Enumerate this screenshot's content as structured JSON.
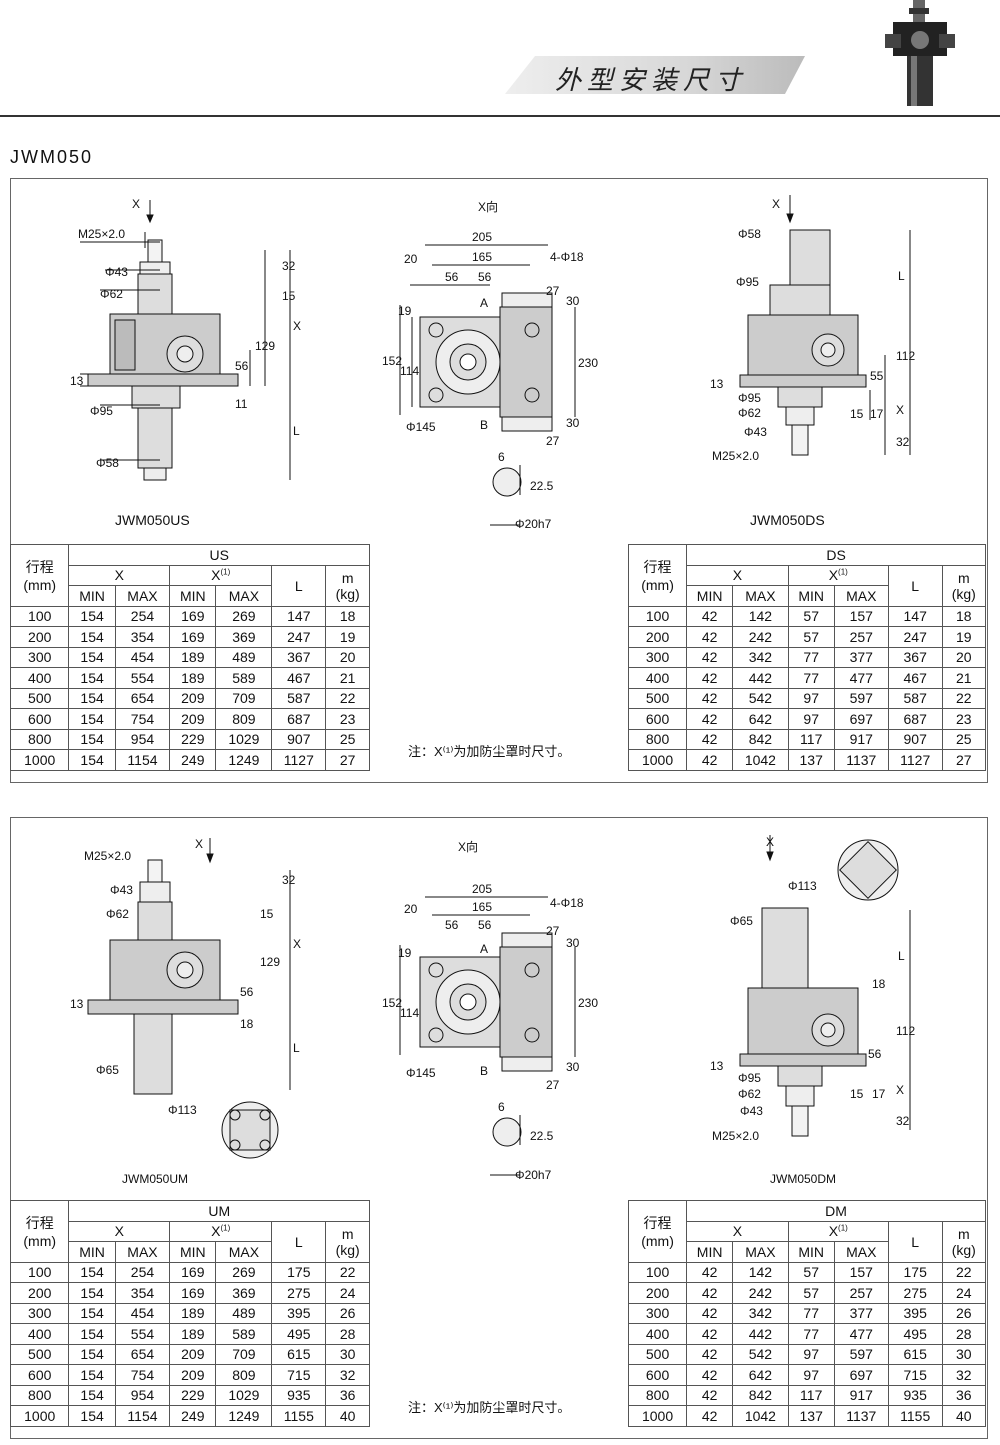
{
  "header": {
    "title": "外型安装尺寸",
    "model": "JWM050"
  },
  "panels": [
    {
      "x_label": "X向",
      "left_label": "JWM050US",
      "right_label": "JWM050DS",
      "note": "注：X⁽¹⁾为加防尘罩时尺寸。",
      "dims_left": [
        "X",
        "M25×2.0",
        "Φ43",
        "Φ62",
        "Φ95",
        "Φ58",
        "13",
        "32",
        "15",
        "129",
        "56",
        "11",
        "X",
        "L"
      ],
      "dims_mid": [
        "205",
        "165",
        "20",
        "56",
        "56",
        "4-Φ18",
        "A",
        "B",
        "19",
        "152",
        "114",
        "230",
        "30",
        "27",
        "30",
        "27",
        "Φ145",
        "6",
        "22.5",
        "Φ20h7"
      ],
      "dims_right": [
        "X",
        "Φ58",
        "Φ95",
        "Φ95",
        "Φ62",
        "Φ43",
        "M25×2.0",
        "13",
        "L",
        "112",
        "55",
        "15",
        "17",
        "X",
        "32"
      ]
    },
    {
      "x_label": "X向",
      "left_label": "JWM050UM",
      "right_label": "JWM050DM",
      "note": "注：X⁽¹⁾为加防尘罩时尺寸。",
      "dims_left": [
        "X",
        "M25×2.0",
        "Φ43",
        "Φ62",
        "Φ65",
        "Φ113",
        "13",
        "32",
        "15",
        "129",
        "56",
        "18",
        "X",
        "L"
      ],
      "dims_mid": [
        "205",
        "165",
        "20",
        "56",
        "56",
        "4-Φ18",
        "A",
        "B",
        "19",
        "152",
        "114",
        "230",
        "30",
        "27",
        "30",
        "27",
        "Φ145",
        "6",
        "22.5",
        "Φ20h7"
      ],
      "dims_right": [
        "X",
        "Φ113",
        "Φ65",
        "Φ95",
        "Φ62",
        "Φ43",
        "M25×2.0",
        "13",
        "L",
        "18",
        "112",
        "56",
        "15",
        "17",
        "X",
        "32"
      ]
    }
  ],
  "tables": [
    {
      "name": "US",
      "head_stroke": "行程",
      "head_unit": "(mm)",
      "head_x": "X",
      "head_x1": "X",
      "head_x1_sup": "(1)",
      "head_l": "L",
      "head_m": "m",
      "head_kg": "(kg)",
      "min": "MIN",
      "max": "MAX",
      "rows": [
        [
          "100",
          "154",
          "254",
          "169",
          "269",
          "147",
          "18"
        ],
        [
          "200",
          "154",
          "354",
          "169",
          "369",
          "247",
          "19"
        ],
        [
          "300",
          "154",
          "454",
          "189",
          "489",
          "367",
          "20"
        ],
        [
          "400",
          "154",
          "554",
          "189",
          "589",
          "467",
          "21"
        ],
        [
          "500",
          "154",
          "654",
          "209",
          "709",
          "587",
          "22"
        ],
        [
          "600",
          "154",
          "754",
          "209",
          "809",
          "687",
          "23"
        ],
        [
          "800",
          "154",
          "954",
          "229",
          "1029",
          "907",
          "25"
        ],
        [
          "1000",
          "154",
          "1154",
          "249",
          "1249",
          "1127",
          "27"
        ]
      ]
    },
    {
      "name": "DS",
      "head_stroke": "行程",
      "head_unit": "(mm)",
      "head_x": "X",
      "head_x1": "X",
      "head_x1_sup": "(1)",
      "head_l": "L",
      "head_m": "m",
      "head_kg": "(kg)",
      "min": "MIN",
      "max": "MAX",
      "rows": [
        [
          "100",
          "42",
          "142",
          "57",
          "157",
          "147",
          "18"
        ],
        [
          "200",
          "42",
          "242",
          "57",
          "257",
          "247",
          "19"
        ],
        [
          "300",
          "42",
          "342",
          "77",
          "377",
          "367",
          "20"
        ],
        [
          "400",
          "42",
          "442",
          "77",
          "477",
          "467",
          "21"
        ],
        [
          "500",
          "42",
          "542",
          "97",
          "597",
          "587",
          "22"
        ],
        [
          "600",
          "42",
          "642",
          "97",
          "697",
          "687",
          "23"
        ],
        [
          "800",
          "42",
          "842",
          "117",
          "917",
          "907",
          "25"
        ],
        [
          "1000",
          "42",
          "1042",
          "137",
          "1137",
          "1127",
          "27"
        ]
      ]
    },
    {
      "name": "UM",
      "head_stroke": "行程",
      "head_unit": "(mm)",
      "head_x": "X",
      "head_x1": "X",
      "head_x1_sup": "(1)",
      "head_l": "L",
      "head_m": "m",
      "head_kg": "(kg)",
      "min": "MIN",
      "max": "MAX",
      "rows": [
        [
          "100",
          "154",
          "254",
          "169",
          "269",
          "175",
          "22"
        ],
        [
          "200",
          "154",
          "354",
          "169",
          "369",
          "275",
          "24"
        ],
        [
          "300",
          "154",
          "454",
          "189",
          "489",
          "395",
          "26"
        ],
        [
          "400",
          "154",
          "554",
          "189",
          "589",
          "495",
          "28"
        ],
        [
          "500",
          "154",
          "654",
          "209",
          "709",
          "615",
          "30"
        ],
        [
          "600",
          "154",
          "754",
          "209",
          "809",
          "715",
          "32"
        ],
        [
          "800",
          "154",
          "954",
          "229",
          "1029",
          "935",
          "36"
        ],
        [
          "1000",
          "154",
          "1154",
          "249",
          "1249",
          "1155",
          "40"
        ]
      ]
    },
    {
      "name": "DM",
      "head_stroke": "行程",
      "head_unit": "(mm)",
      "head_x": "X",
      "head_x1": "X",
      "head_x1_sup": "(1)",
      "head_l": "L",
      "head_m": "m",
      "head_kg": "(kg)",
      "min": "MIN",
      "max": "MAX",
      "rows": [
        [
          "100",
          "42",
          "142",
          "57",
          "157",
          "175",
          "22"
        ],
        [
          "200",
          "42",
          "242",
          "57",
          "257",
          "275",
          "24"
        ],
        [
          "300",
          "42",
          "342",
          "77",
          "377",
          "395",
          "26"
        ],
        [
          "400",
          "42",
          "442",
          "77",
          "477",
          "495",
          "28"
        ],
        [
          "500",
          "42",
          "542",
          "97",
          "597",
          "615",
          "30"
        ],
        [
          "600",
          "42",
          "642",
          "97",
          "697",
          "715",
          "32"
        ],
        [
          "800",
          "42",
          "842",
          "117",
          "917",
          "935",
          "36"
        ],
        [
          "1000",
          "42",
          "1042",
          "137",
          "1137",
          "1155",
          "40"
        ]
      ]
    }
  ]
}
